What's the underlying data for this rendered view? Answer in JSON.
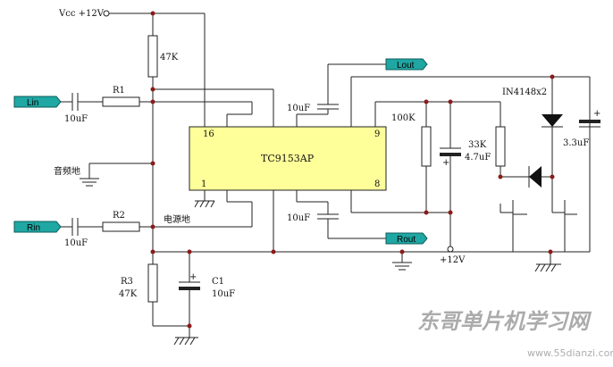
{
  "ic": {
    "name": "TC9153AP",
    "pin16": "16",
    "pin9": "9",
    "pin1": "1",
    "pin8": "8"
  },
  "supply": {
    "vcc": "Vcc +12V",
    "plus12": "+12V"
  },
  "ports": {
    "lin": "Lin",
    "rin": "Rin",
    "lout": "Lout",
    "rout": "Rout"
  },
  "components": {
    "r_top": "47K",
    "r1": "R1",
    "c_lin": "10uF",
    "r2": "R2",
    "c_rin": "10uF",
    "c_top_mid": "10uF",
    "c_bot_mid": "10uF",
    "r100k": "100K",
    "r33k": "33K",
    "c47": "4.7uF",
    "diodes": "IN4148x2",
    "c33": "3.3uF",
    "r3": "R3",
    "r3_val": "47K",
    "c1": "C1",
    "c1_val": "10uF",
    "plus_c47": "+",
    "plus_c1": "+",
    "plus_c33": "+"
  },
  "labels": {
    "audio_gnd": "音频地",
    "power_gnd": "电源地"
  },
  "watermark": {
    "brand": "东哥单片机学习网",
    "url": "www.55dianzi.com"
  }
}
